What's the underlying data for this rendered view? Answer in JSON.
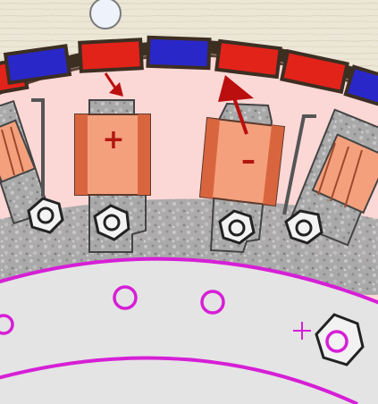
{
  "diagram": {
    "plus_label": "+",
    "minus_label": "–",
    "colors": {
      "background": "#e9e3d3",
      "magnet_red": "#e2231a",
      "magnet_blue": "#2a27c8",
      "stator_pink": "#fbd8d6",
      "coil_orange": "#f4a07c",
      "coil_orange_dark": "#d9653f",
      "steel_grey": "#9a9a9a",
      "pcb_magenta": "#d61fd6",
      "arrow_red": "#bb0f0f"
    },
    "magnets": [
      "red",
      "blue",
      "red",
      "blue",
      "red",
      "red",
      "blue",
      "red",
      "blue"
    ]
  }
}
